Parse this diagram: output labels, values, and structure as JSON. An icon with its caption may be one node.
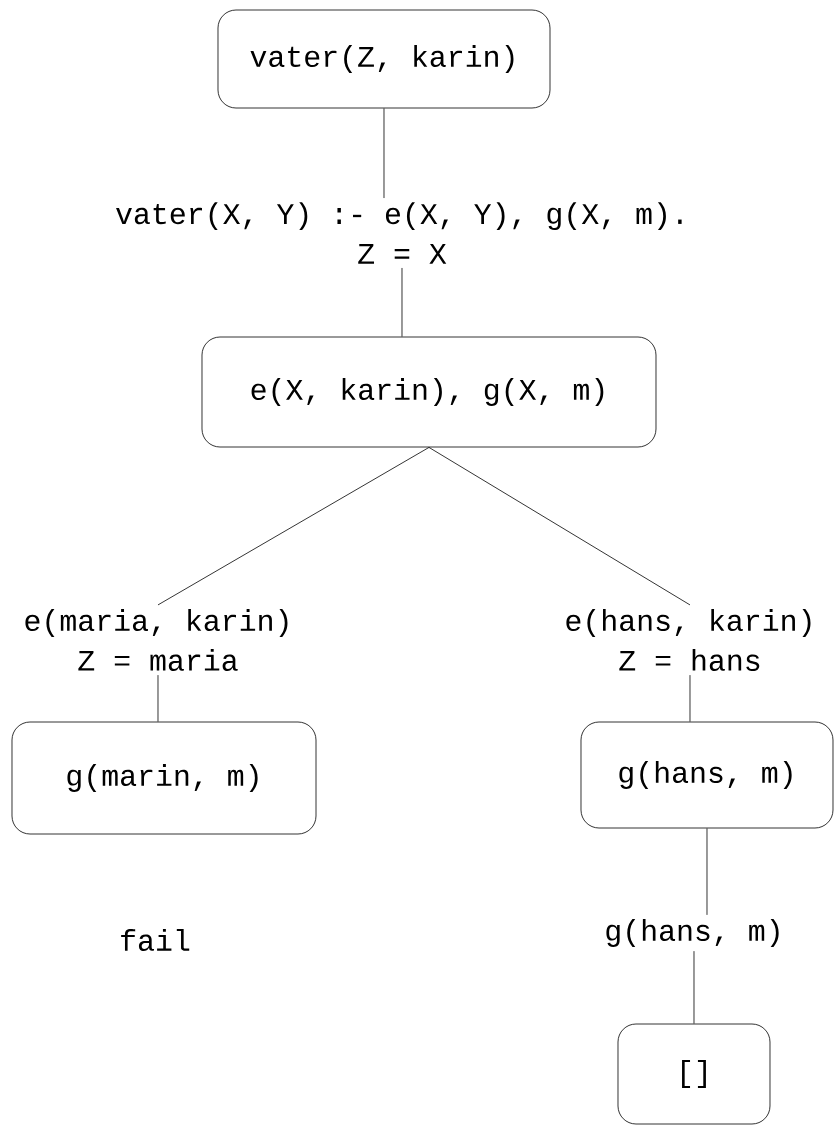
{
  "diagram": {
    "nodes": [
      {
        "text": [
          "vater(Z, karin)"
        ]
      },
      {
        "text": [
          "vater(X, Y) :- e(X, Y), g(X, m).",
          "Z = X"
        ]
      },
      {
        "text": [
          "e(X, karin), g(X, m)"
        ]
      },
      {
        "text": [
          "e(maria, karin)",
          "Z = maria"
        ]
      },
      {
        "text": [
          "e(hans, karin)",
          "Z = hans"
        ]
      },
      {
        "text": [
          "g(marin, m)"
        ]
      },
      {
        "text": [
          "g(hans, m)"
        ]
      },
      {
        "text": [
          "g(hans, m)"
        ]
      },
      {
        "text": [
          "[]"
        ]
      }
    ],
    "edges": [
      {
        "from": 0,
        "to": 1,
        "arrow": "none"
      },
      {
        "from": 1,
        "to": 2,
        "arrow": "none"
      },
      {
        "from": 2,
        "to": 3,
        "arrow": "none"
      },
      {
        "from": 2,
        "to": 4,
        "arrow": "none"
      },
      {
        "from": 3,
        "to": 5,
        "arrow": "none"
      },
      {
        "from": 4,
        "to": 6,
        "arrow": "none"
      },
      {
        "from": 6,
        "to": 7,
        "arrow": "none"
      },
      {
        "from": 7,
        "to": 8,
        "arrow": "none"
      }
    ],
    "labels": [
      "fail"
    ]
  }
}
